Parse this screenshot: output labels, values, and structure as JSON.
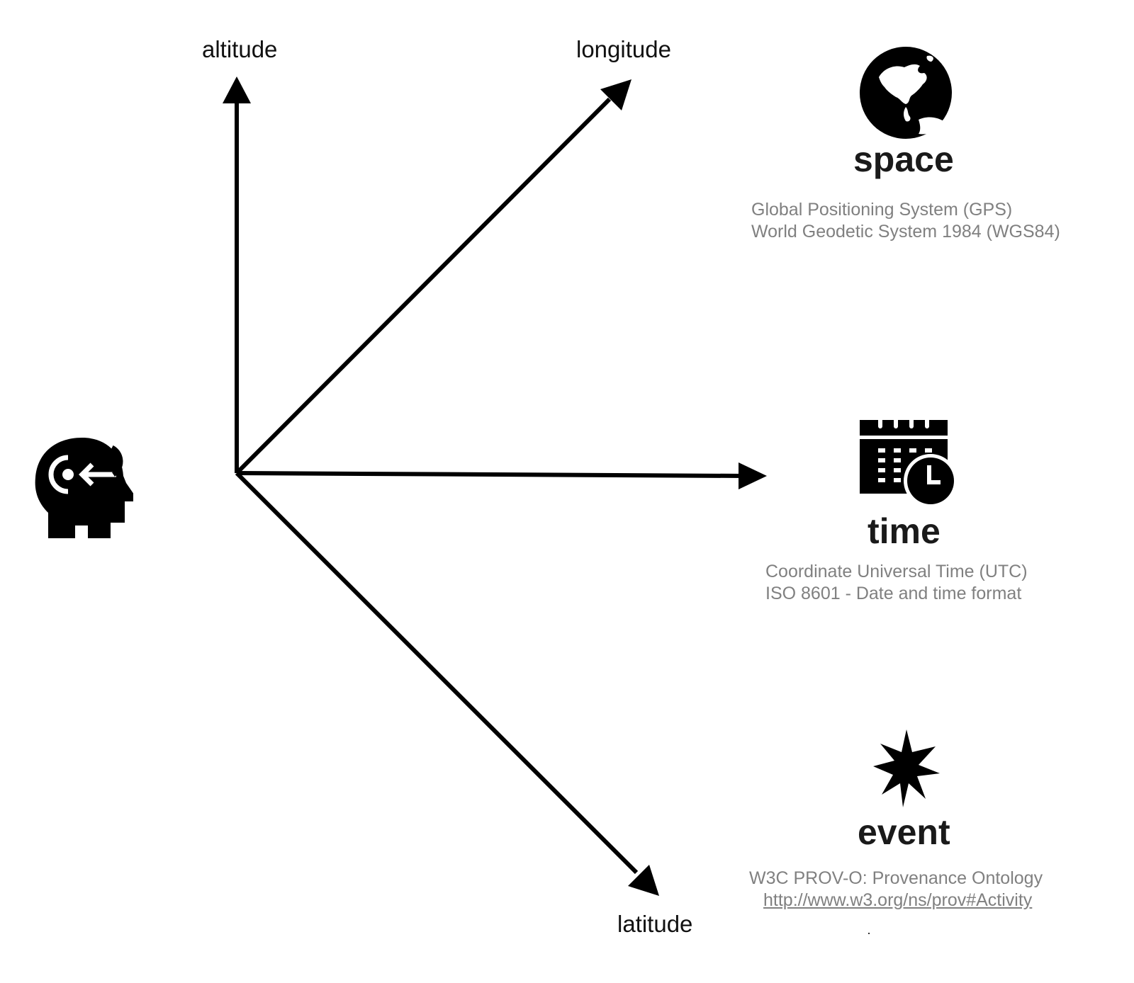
{
  "axes": {
    "altitude": "altitude",
    "longitude": "longitude",
    "latitude": "latitude"
  },
  "space": {
    "heading": "space",
    "lines": [
      "Global Positioning System (GPS)",
      "World Geodetic System 1984 (WGS84)"
    ]
  },
  "time": {
    "heading": "time",
    "lines": [
      "Coordinate Universal Time (UTC)",
      "ISO 8601 - Date and time format"
    ]
  },
  "event": {
    "heading": "event",
    "line1": "W3C PROV-O: Provenance Ontology",
    "link": "http://www.w3.org/ns/prov#Activity"
  },
  "icons": {
    "observer": "head-observer-icon",
    "space": "globe-icon",
    "time": "calendar-clock-icon",
    "event": "starburst-icon"
  },
  "colors": {
    "ink": "#111111",
    "description": "#808080"
  }
}
